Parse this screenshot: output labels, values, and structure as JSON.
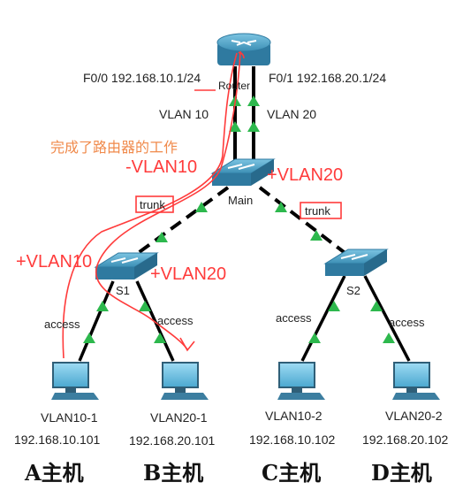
{
  "router": {
    "name": "Router",
    "f00": "F0/0 192.168.10.1/24",
    "f01": "F0/1 192.168.20.1/24"
  },
  "vlan_left": "VLAN 10",
  "vlan_right": "VLAN 20",
  "annotation_note": "完成了路由器的工作",
  "minus_vlan10": "-VLAN10",
  "plus_vlan20_main": "+VLAN20",
  "switches": {
    "main": "Main",
    "s1": "S1",
    "s2": "S2"
  },
  "trunk_left": "trunk",
  "trunk_right": "trunk",
  "plus_vlan10_s1": "+VLAN10",
  "plus_vlan20_s1": "+VLAN20",
  "access_labels": [
    "access",
    "access",
    "access",
    "access"
  ],
  "hosts": [
    {
      "name": "VLAN10-1",
      "ip": "192.168.10.101",
      "caption": "A主机"
    },
    {
      "name": "VLAN20-1",
      "ip": "192.168.20.101",
      "caption": "B主机"
    },
    {
      "name": "VLAN10-2",
      "ip": "192.168.10.102",
      "caption": "C主机"
    },
    {
      "name": "VLAN20-2",
      "ip": "192.168.20.102",
      "caption": "D主机"
    }
  ],
  "colors": {
    "annotation_red": "#ff3b3b",
    "note_orange": "#f08a4b",
    "link_marker_green": "#2db84d",
    "device_blue": "#3c8fb5"
  }
}
